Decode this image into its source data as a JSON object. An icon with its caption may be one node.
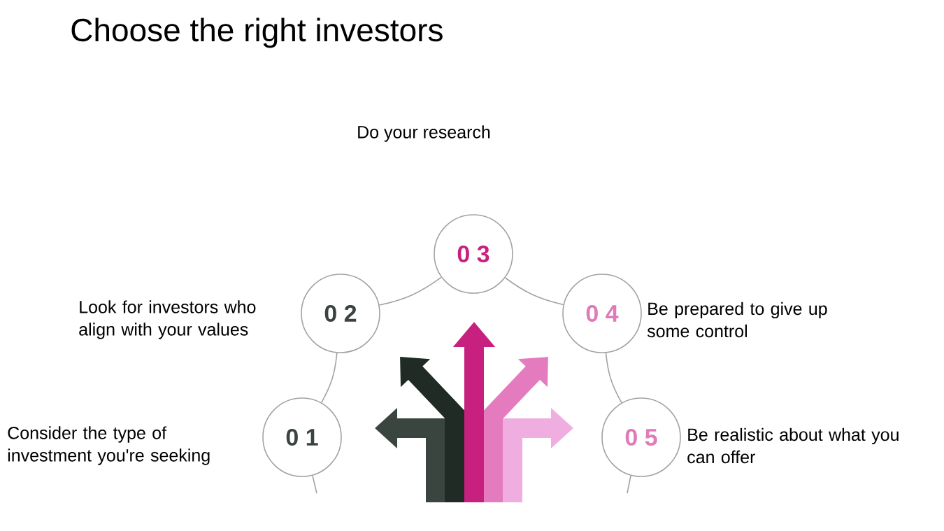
{
  "diagram": {
    "title": "Choose the right investors",
    "nodes": [
      {
        "text": [
          "0 1"
        ],
        "beside": [
          "Consider the type of investment you're seeking"
        ]
      },
      {
        "text": [
          "0 2"
        ],
        "beside": [
          "Look for investors who align with your values"
        ]
      },
      {
        "text": [
          "0 3"
        ]
      },
      {
        "text": [
          "0 4"
        ],
        "beside": [
          "Be prepared to give up some control"
        ]
      },
      {
        "text": [
          "0 5"
        ],
        "beside": [
          "Be realistic about what you can offer"
        ]
      }
    ],
    "labels": [
      "Do your research"
    ],
    "edges": [
      {
        "from": 0,
        "to": 1,
        "arrow": "none"
      },
      {
        "from": 1,
        "to": 2,
        "arrow": "none"
      },
      {
        "from": 2,
        "to": 3,
        "arrow": "none"
      },
      {
        "from": 3,
        "to": 4,
        "arrow": "none"
      }
    ]
  }
}
